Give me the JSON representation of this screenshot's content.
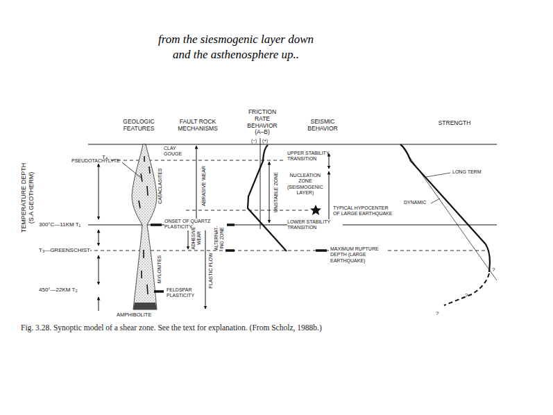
{
  "diagram": {
    "title": "from the siesmogenic layer down and the asthenosphere up..",
    "caption": "Fig. 3.28. Synoptic model of a shear zone. See the text for explanation. (From Scholz, 1988b.)",
    "labels": [
      "GEOLOGIC FEATURES",
      "FAULT ROCK MECHANISMS",
      "FRICTION RATE BEHAVIOR (A–B)",
      "(−)",
      "(+)",
      "SEISMIC BEHAVIOR",
      "STRENGTH",
      "TEMPERATURE DEPTH (S.A GEOTHERM)",
      "T₄",
      "CLAY GOUGE",
      "PSEUDOTACHYLYTE",
      "CATACLASITES",
      "300°C—11KM T₁",
      "ONSET OF QUARTZ PLASTICITY",
      "T₃—GREENSCHIST",
      "MYLONITES",
      "450°—22KM T₂",
      "FELDSPAR PLASTICITY",
      "AMPHIBOLITE",
      "ABRASIVE WEAR",
      "ADHESIVE WEAR",
      "PLASTIC FLOW",
      "ALTERNAT- ING ZONE",
      "UNSTABLE ZONE",
      "UPPER STABILITY TRANSITION",
      "NUCLEATION ZONE (SEISMOGENIC LAYER)",
      "TYPICAL HYPOCENTER OF LARGE EARTHQUAKE",
      "LOWER STABILITY TRANSITION",
      "MAXIMUM RUPTURE DEPTH (LARGE EARTHQUAKE)",
      "LONG TERM",
      "DYNAMIC",
      "?",
      "?",
      "?"
    ]
  }
}
